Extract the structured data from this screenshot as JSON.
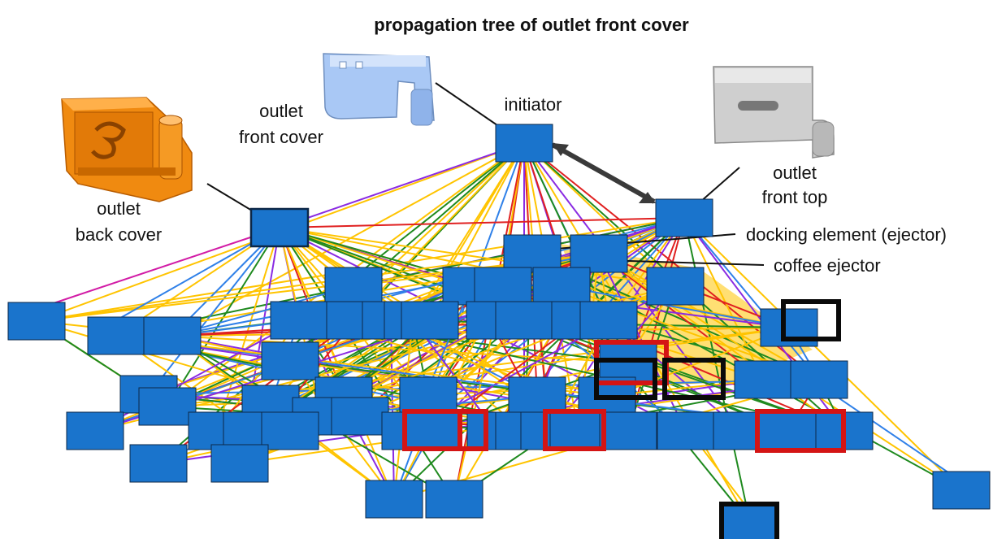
{
  "title": "propagation tree of outlet front cover",
  "labels": {
    "outlet_front_cover_line1": "outlet",
    "outlet_front_cover_line2": "front cover",
    "outlet_back_cover_line1": "outlet",
    "outlet_back_cover_line2": "back cover",
    "initiator": "initiator",
    "outlet_front_top_line1": "outlet",
    "outlet_front_top_line2": "front top",
    "docking_element": "docking element (ejector)",
    "coffee_ejector": "coffee ejector"
  },
  "colors": {
    "node": "#1a74cc",
    "node_border": "#0c2747",
    "edge_green": "#1f8a1f",
    "edge_yellow": "#ffc400",
    "edge_red": "#e02020",
    "edge_blue": "#2f80e8",
    "edge_purple": "#8a2be2",
    "edge_magenta": "#d21ca6",
    "edge_dark": "#3a3a3a",
    "highlight_red": "#d41414",
    "highlight_black": "#0a0a0a",
    "part_orange": "#f08a10",
    "part_blue": "#a9c8f5",
    "part_grey": "#cfcfcf"
  },
  "part_images": [
    "outlet-back-cover-part",
    "outlet-front-cover-part",
    "outlet-front-top-part"
  ]
}
